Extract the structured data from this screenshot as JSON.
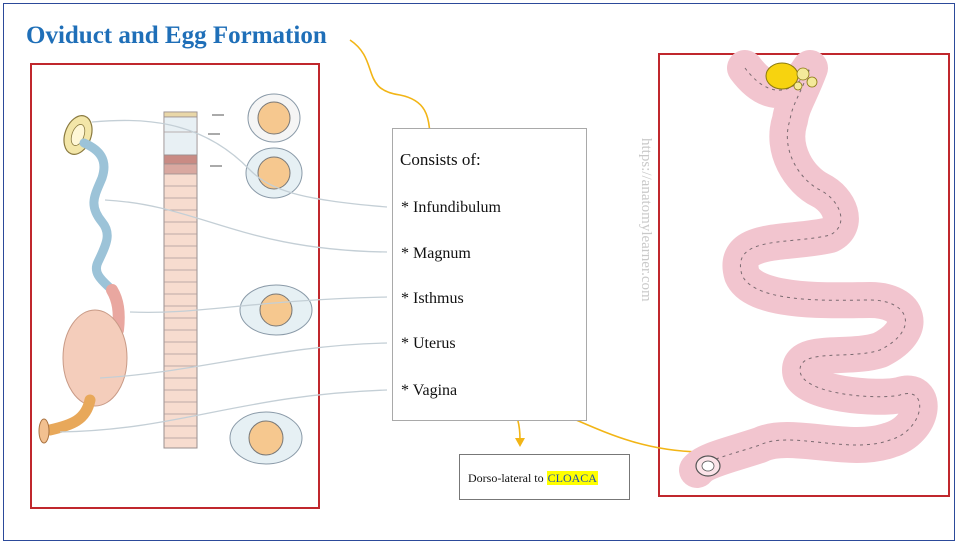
{
  "title": "Oviduct and Egg Formation",
  "consists_heading": "Consists of:",
  "parts": [
    "* Infundibulum",
    "* Magnum",
    "* Isthmus",
    "* Uterus",
    "* Vagina"
  ],
  "note": {
    "prefix": "Dorso-lateral to ",
    "highlight": "CLOACA"
  },
  "watermark": "https://anatomylearner.com",
  "colors": {
    "title": "#1f6fb8",
    "box_border": "#c0272d",
    "arrow": "#f2b516",
    "highlight": "#ffff00"
  }
}
